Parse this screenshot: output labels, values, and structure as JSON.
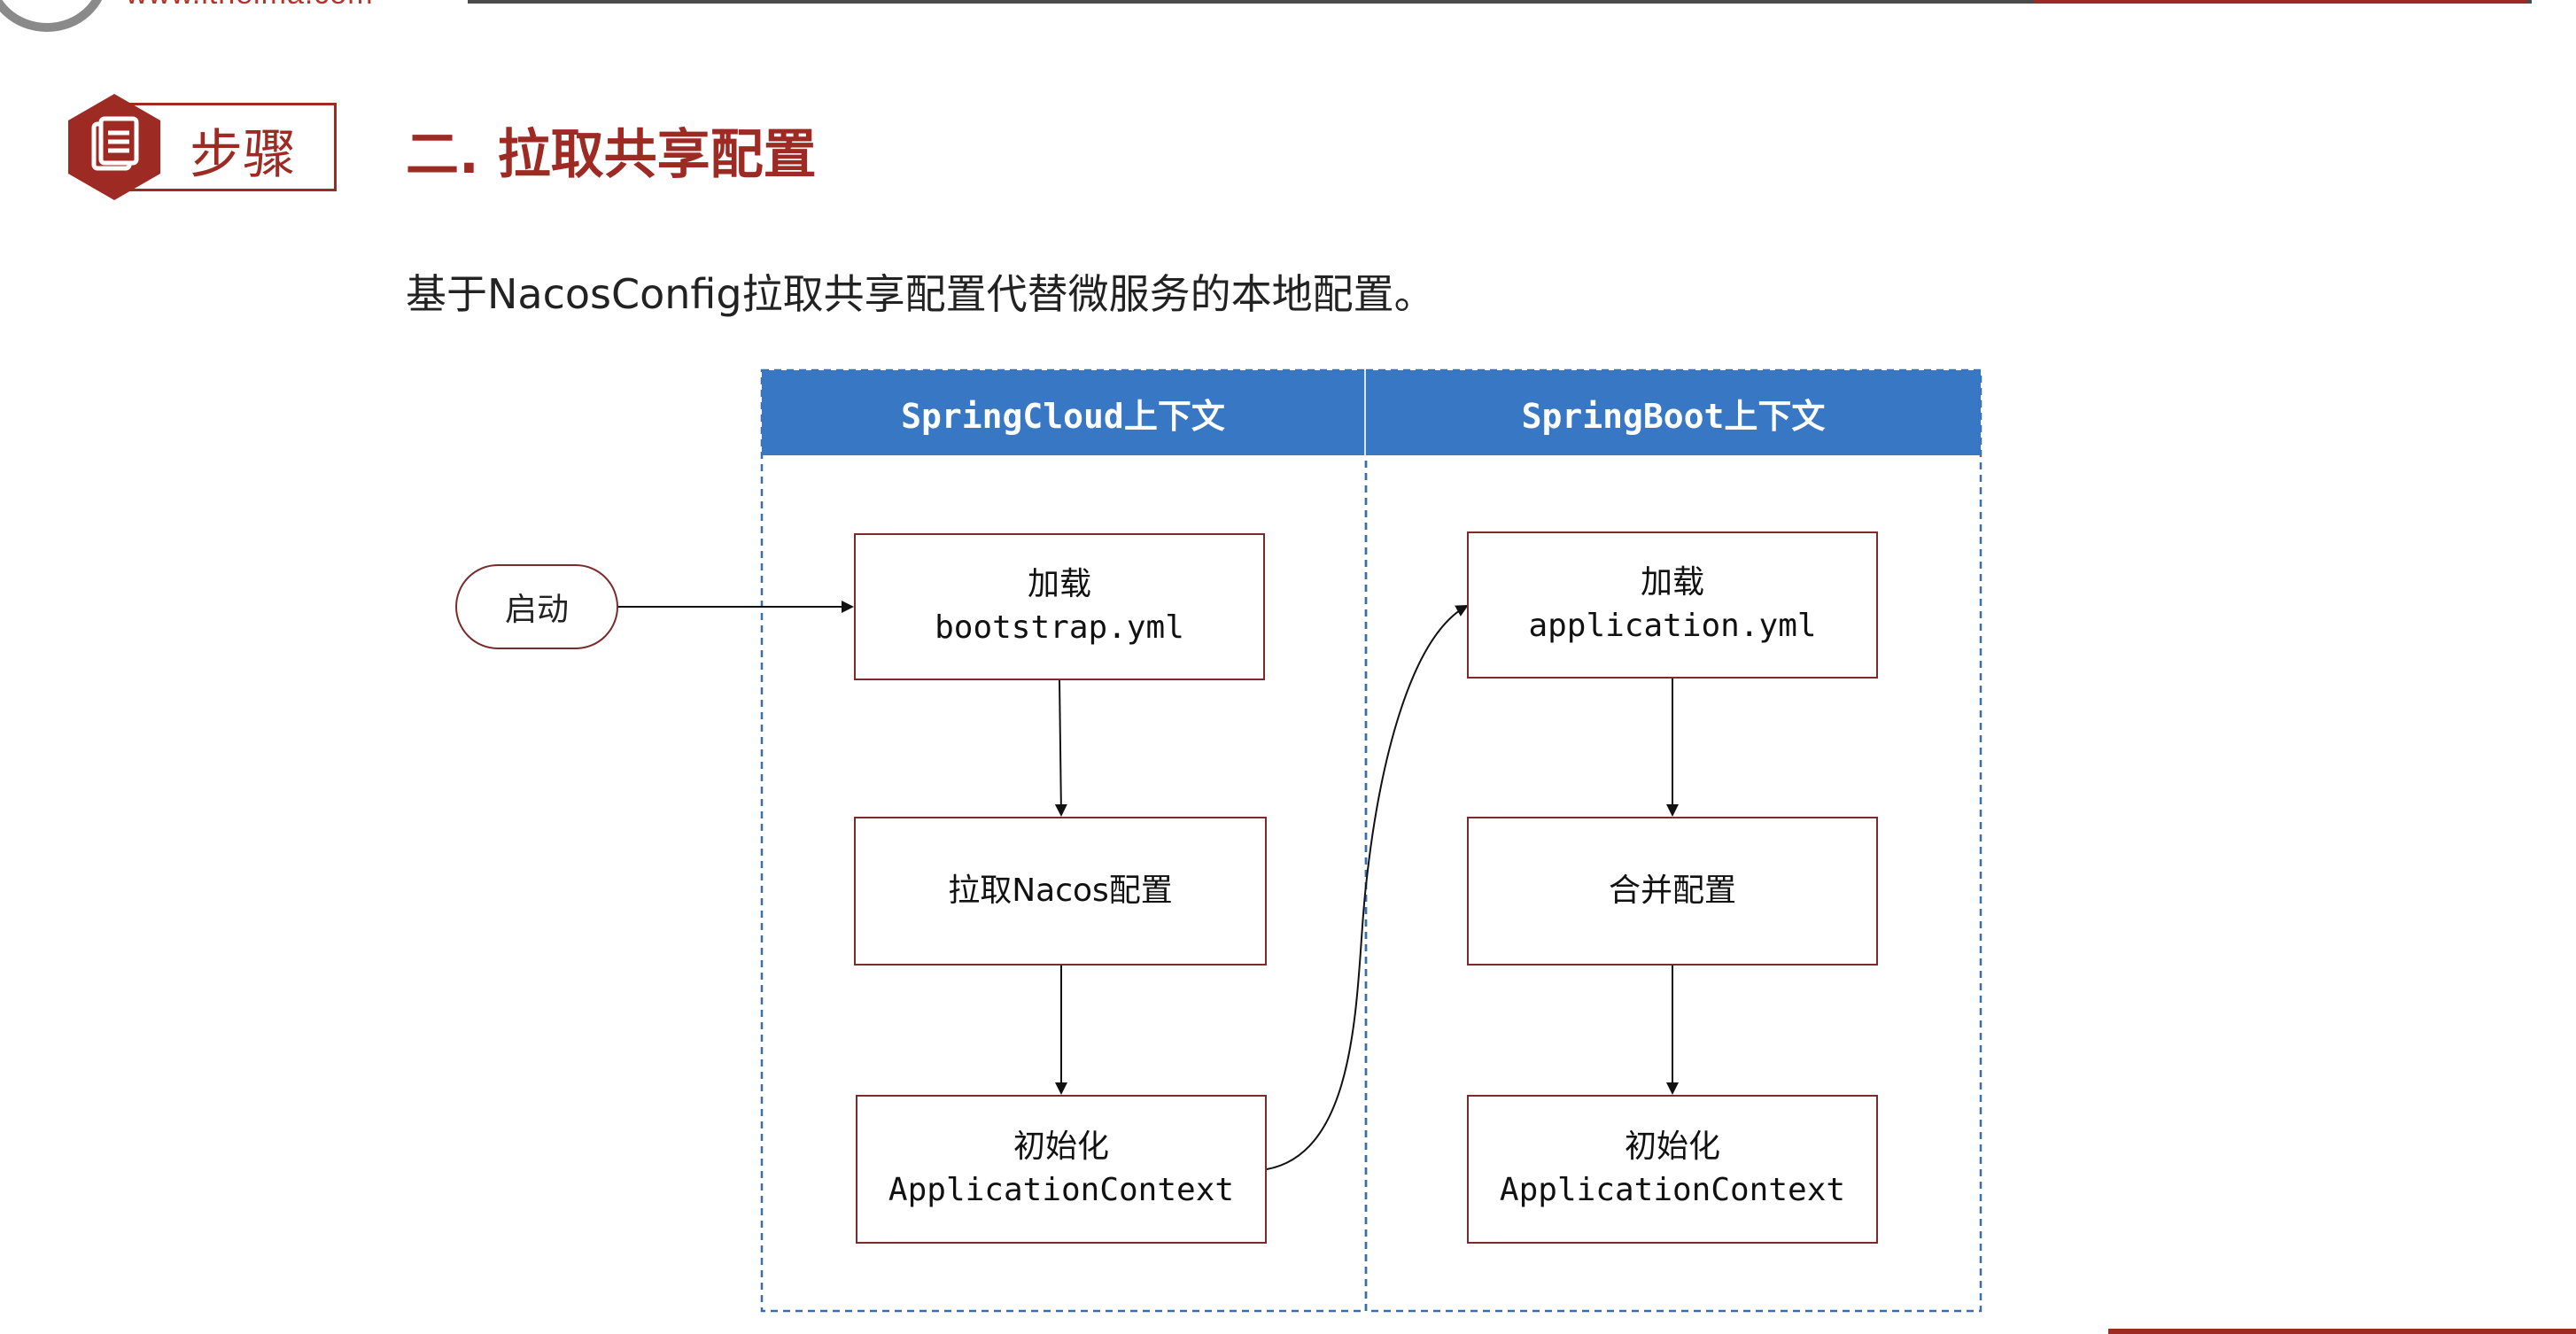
{
  "header": {
    "site_url": "www.itheima.com"
  },
  "step_badge": {
    "label": "步骤",
    "icon": "document-icon"
  },
  "section_title": "二. 拉取共享配置",
  "description": "基于NacosConfig拉取共享配置代替微服务的本地配置。",
  "diagram": {
    "columns": [
      {
        "title": "SpringCloud上下文"
      },
      {
        "title": "SpringBoot上下文"
      }
    ],
    "start": "启动",
    "left_nodes": [
      {
        "line1": "加载",
        "line2": "bootstrap.yml"
      },
      {
        "line1": "拉取Nacos配置",
        "line2": ""
      },
      {
        "line1": "初始化",
        "line2": "ApplicationContext"
      }
    ],
    "right_nodes": [
      {
        "line1": "加载",
        "line2": "application.yml"
      },
      {
        "line1": "合并配置",
        "line2": ""
      },
      {
        "line1": "初始化",
        "line2": "ApplicationContext"
      }
    ]
  },
  "colors": {
    "brand_red": "#9e2a24",
    "header_blue": "#3777c4",
    "node_border": "#7a2b2b",
    "dashed_border": "#3a6ea5"
  }
}
